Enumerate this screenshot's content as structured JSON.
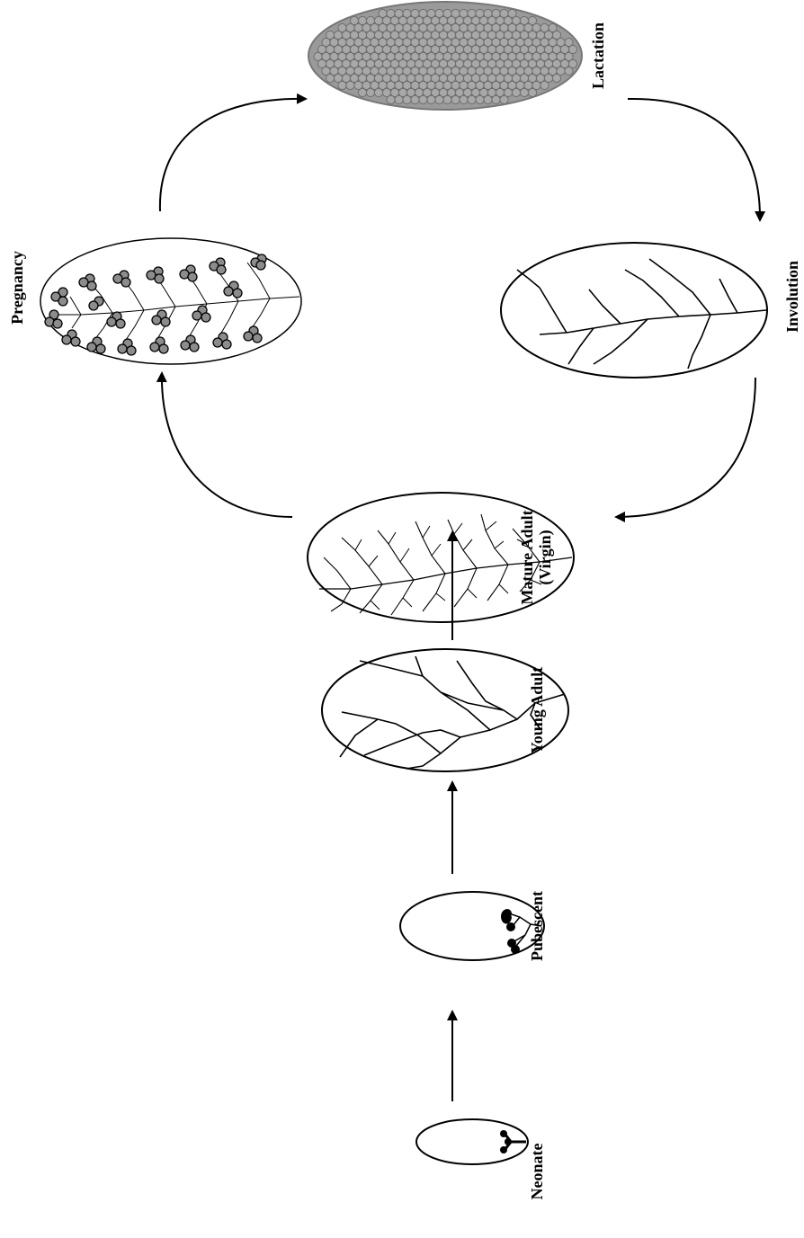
{
  "stages": {
    "neonate": "Neonate",
    "pubescent": "Pubescent",
    "young_adult": "Young Adult",
    "mature_adult_line1": "Mature Adult",
    "mature_adult_line2": "(Virgin)",
    "pregnancy": "Pregnancy",
    "lactation": "Lactation",
    "involution": "Involution"
  },
  "colors": {
    "stroke": "#000000",
    "alveoli_fill": "#8c8c8c",
    "lactation_fill": "#9a9a9a"
  }
}
